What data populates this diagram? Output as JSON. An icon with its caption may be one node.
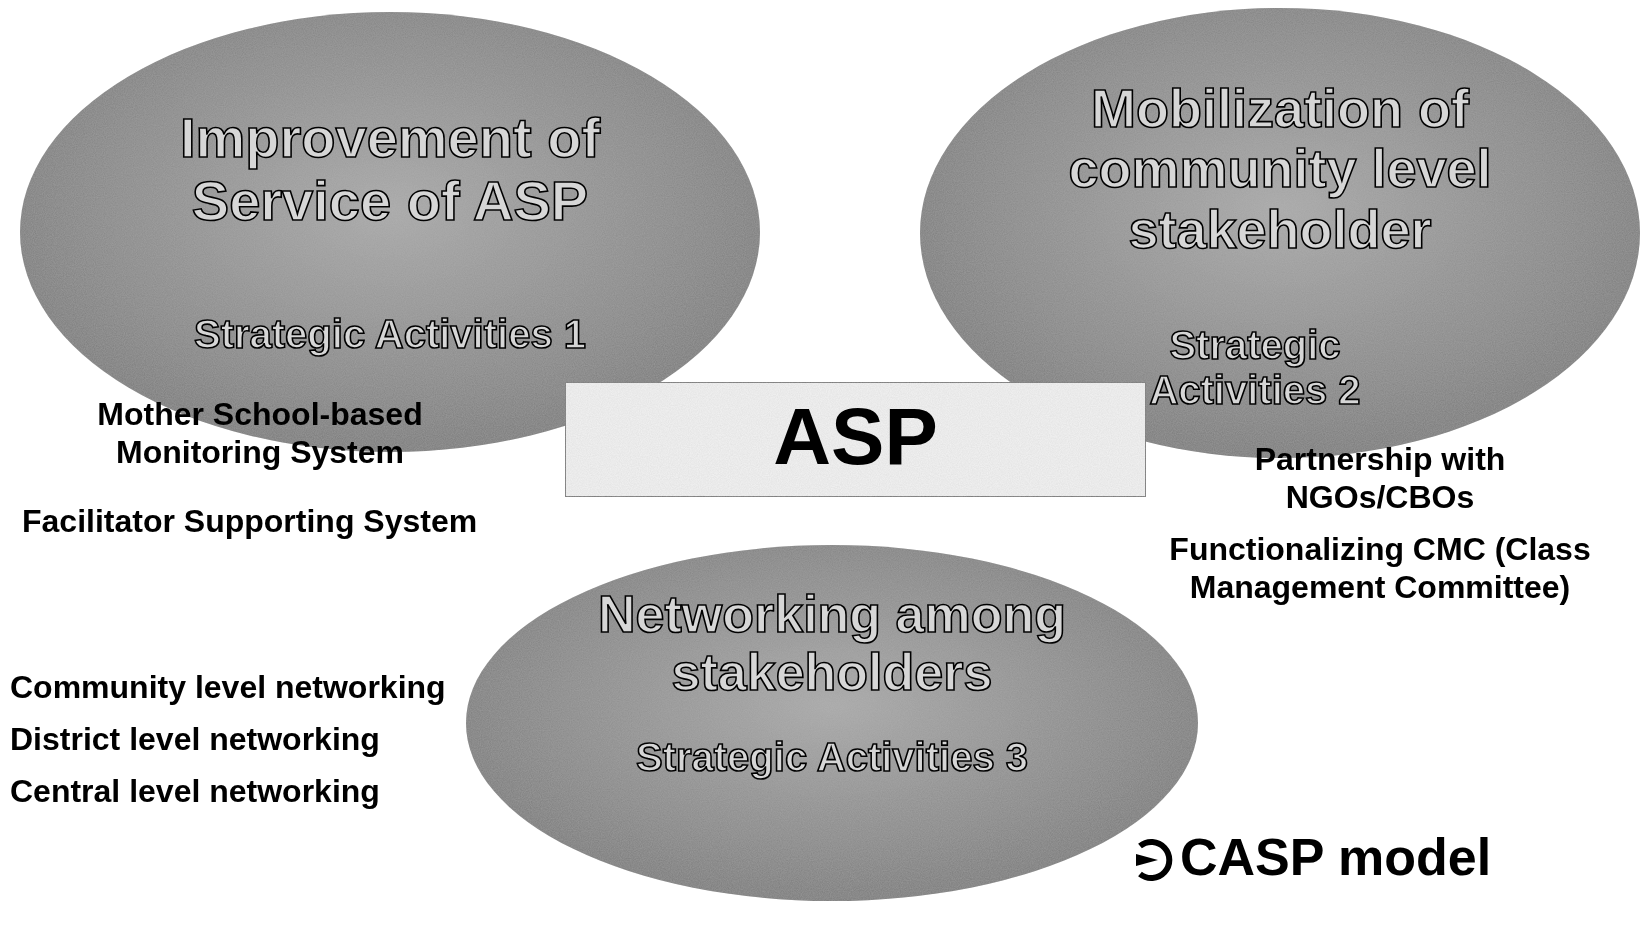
{
  "diagram": {
    "nodes": [
      {
        "text": [
          "Improvement of Service of ASP",
          "Strategic Activities 1"
        ]
      },
      {
        "text": [
          "Mobilization of community level stakeholder",
          "Strategic Activities 2"
        ]
      },
      {
        "text": [
          "ASP"
        ]
      },
      {
        "text": [
          "Networking among stakeholders",
          "Strategic Activities 3"
        ]
      }
    ],
    "edges": [],
    "labels": [
      "Mother School-based Monitoring System",
      "Partnership with NGOs/CBOs",
      "Facilitator Supporting System",
      "Functionalizing CMC (Class Management Committee)",
      "Community level networking",
      "District level networking",
      "Central level networking",
      "CASP model"
    ]
  }
}
